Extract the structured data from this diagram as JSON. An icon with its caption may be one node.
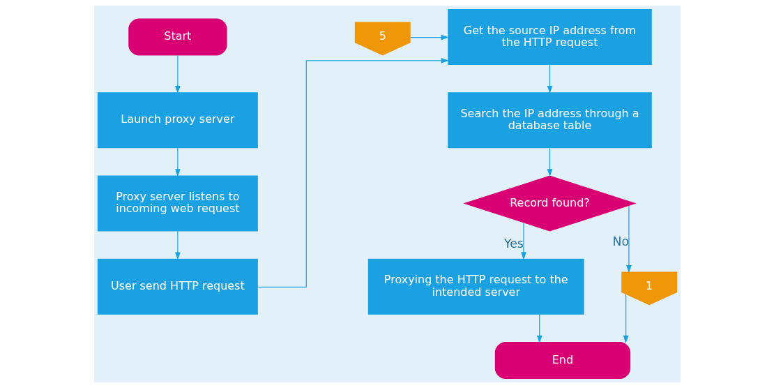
{
  "diagram": {
    "nodes": [
      {
        "text": [
          "Start"
        ]
      },
      {
        "text": [
          "Launch proxy server"
        ]
      },
      {
        "text": [
          "Proxy server listens to incoming web request"
        ]
      },
      {
        "text": [
          "User send HTTP request"
        ]
      },
      {
        "text": [
          "Get the source IP address from the HTTP request"
        ]
      },
      {
        "text": [
          "5"
        ]
      },
      {
        "text": [
          "Search the IP address through a database table"
        ]
      },
      {
        "text": [
          "Record found?"
        ]
      },
      {
        "text": [
          "Proxying the HTTP request to the intended server"
        ]
      },
      {
        "text": [
          "1"
        ]
      },
      {
        "text": [
          "End"
        ]
      }
    ],
    "edges": [
      {
        "from": 0,
        "to": 1,
        "arrow": "to"
      },
      {
        "from": 1,
        "to": 2,
        "arrow": "to"
      },
      {
        "from": 2,
        "to": 3,
        "arrow": "to"
      },
      {
        "from": 3,
        "to": 4,
        "arrow": "to"
      },
      {
        "from": 5,
        "to": 4,
        "arrow": "to"
      },
      {
        "from": 4,
        "to": 6,
        "arrow": "to"
      },
      {
        "from": 6,
        "to": 7,
        "arrow": "to"
      },
      {
        "from": 7,
        "to": 8,
        "arrow": "to",
        "label": "Yes"
      },
      {
        "from": 7,
        "to": 9,
        "arrow": "to",
        "label": "No"
      },
      {
        "from": 8,
        "to": 10,
        "arrow": "to"
      },
      {
        "from": 9,
        "to": 10,
        "arrow": "to"
      }
    ]
  }
}
